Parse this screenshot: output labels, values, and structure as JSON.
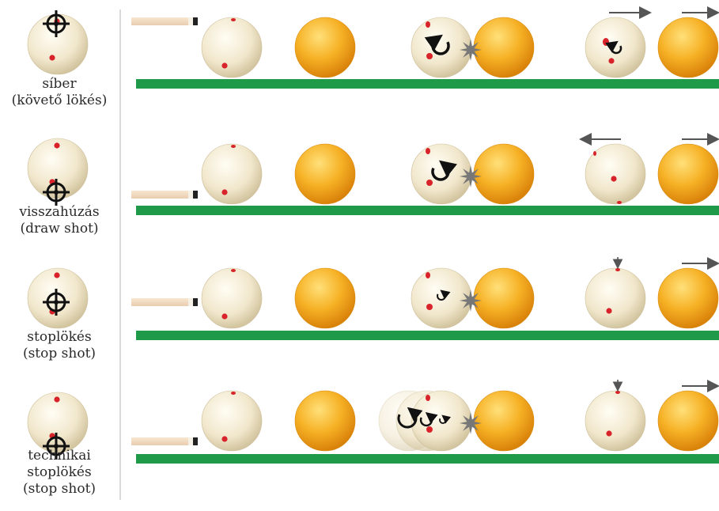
{
  "rows": [
    {
      "id": "follow",
      "label_lines": [
        "síber",
        "(követő lökés)"
      ],
      "strike": "top",
      "spin": "follow"
    },
    {
      "id": "draw",
      "label_lines": [
        "visszahúzás",
        "(draw shot)"
      ],
      "strike": "bottom",
      "spin": "draw"
    },
    {
      "id": "stop",
      "label_lines": [
        "stoplökés",
        "(stop shot)"
      ],
      "strike": "center",
      "spin": "stop"
    },
    {
      "id": "stun",
      "label_lines": [
        "technikai",
        "stoplökés",
        "(stop shot)"
      ],
      "strike": "bottom",
      "spin": "stun"
    }
  ],
  "colors": {
    "cue_ball": "#f3ead2",
    "object_ball": "#f3a51c",
    "table": "#1e9a48",
    "spot": "#d8232a",
    "arrow": "#555555",
    "impact": "#777777",
    "label": "#2a2a2a"
  },
  "icons": [
    "target-crosshair-icon",
    "spin-arrow-icon",
    "impact-star-icon",
    "motion-arrow-icon"
  ]
}
